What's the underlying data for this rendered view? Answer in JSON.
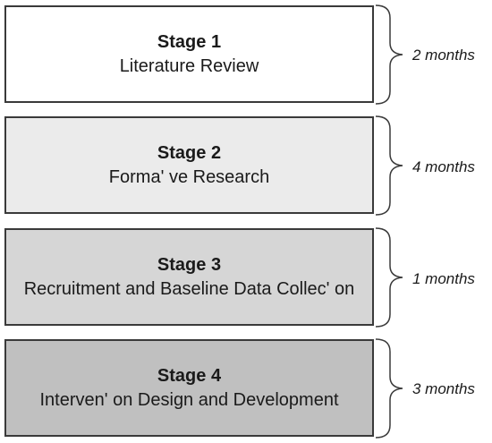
{
  "stages": [
    {
      "title": "Stage 1",
      "description": "Literature Review",
      "duration": "2 months",
      "fill": "#ffffff"
    },
    {
      "title": "Stage 2",
      "description": "Forma' ve Research",
      "duration": "4 months",
      "fill": "#ebebeb"
    },
    {
      "title": "Stage 3",
      "description": "Recruitment and Baseline Data Collec' on",
      "duration": "1 months",
      "fill": "#d6d6d6"
    },
    {
      "title": "Stage 4",
      "description": "Interven' on Design and Development",
      "duration": "3 months",
      "fill": "#c0c0c0"
    }
  ]
}
